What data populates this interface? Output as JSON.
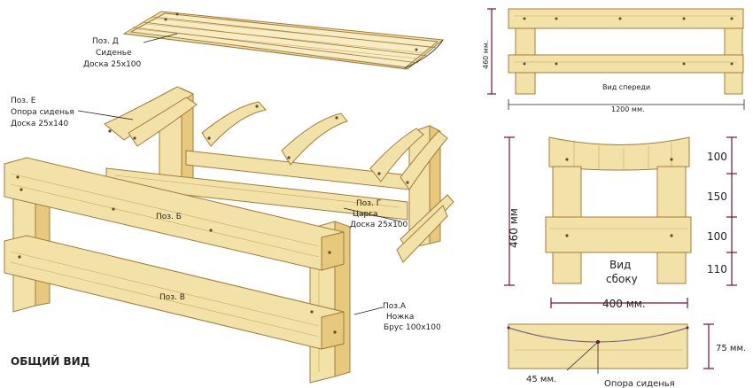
{
  "labels": {
    "poz_d": "Поз. Д",
    "poz_d_name": "Сиденье",
    "poz_d_size": "Доска 25х100",
    "poz_e": "Поз. Е",
    "poz_e_name": "Опора сиденья",
    "poz_e_size": "Доска 25х140",
    "poz_b": "Поз. Б",
    "poz_v": "Поз. В",
    "poz_g": "Поз. Г",
    "poz_g_name": "Царга",
    "poz_g_size": "Доска 25х100",
    "poz_a": "Поз.А",
    "poz_a_name": "Ножка",
    "poz_a_size": "Брус 100х100",
    "general_view": "ОБЩИЙ ВИД"
  },
  "front_view": {
    "title": "Вид спереди",
    "height": "460 мм.",
    "width": "1200 мм."
  },
  "side_view": {
    "title_line1": "Вид",
    "title_line2": "сбоку",
    "height": "460 мм",
    "width": "400 мм.",
    "segments": [
      "100",
      "150",
      "100",
      "110"
    ]
  },
  "support_detail": {
    "height": "75 мм.",
    "sag": "45 мм.",
    "caption": "Опора сиденья"
  }
}
